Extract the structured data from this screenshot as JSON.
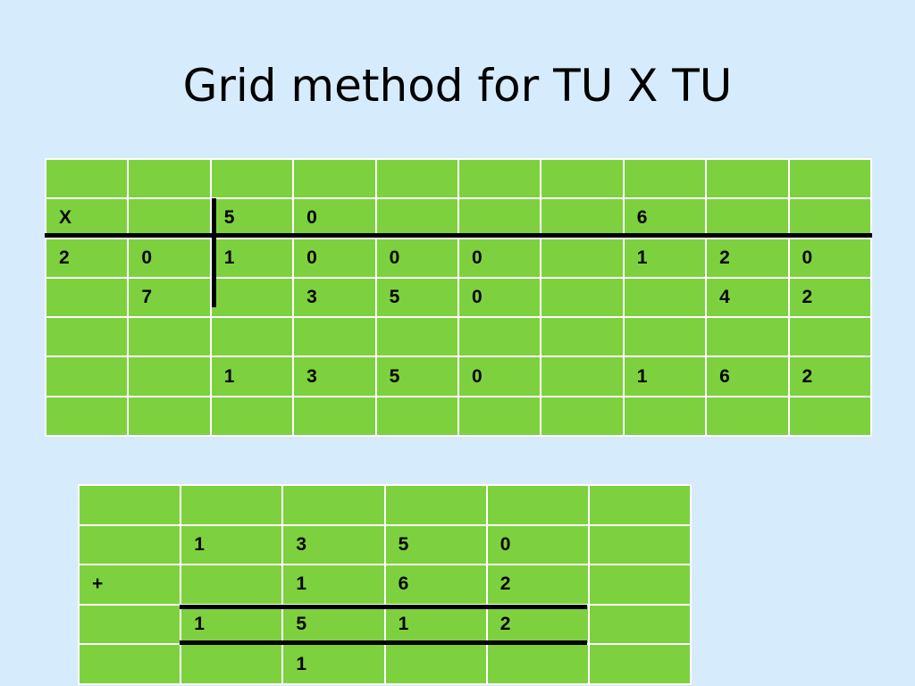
{
  "title": "Grid method for TU X TU",
  "grid1": {
    "rows": [
      [
        "",
        "",
        "",
        "",
        "",
        "",
        "",
        "",
        "",
        ""
      ],
      [
        "X",
        "",
        "5",
        "0",
        "",
        "",
        "",
        "6",
        "",
        ""
      ],
      [
        "2",
        "0",
        "1",
        "0",
        "0",
        "0",
        "",
        "1",
        "2",
        "0"
      ],
      [
        "",
        "7",
        "",
        "3",
        "5",
        "0",
        "",
        "",
        "4",
        "2"
      ],
      [
        "",
        "",
        "",
        "",
        "",
        "",
        "",
        "",
        "",
        ""
      ],
      [
        "",
        "",
        "1",
        "3",
        "5",
        "0",
        "",
        "1",
        "6",
        "2"
      ],
      [
        "",
        "",
        "",
        "",
        "",
        "",
        "",
        "",
        "",
        ""
      ]
    ]
  },
  "grid2": {
    "rows": [
      [
        "",
        "",
        "",
        "",
        "",
        ""
      ],
      [
        "",
        "1",
        "3",
        "5",
        "0",
        ""
      ],
      [
        "+",
        "",
        "1",
        "6",
        "2",
        ""
      ],
      [
        "",
        "1",
        "5",
        "1",
        "2",
        ""
      ],
      [
        "",
        "",
        "1",
        "",
        "",
        ""
      ]
    ]
  },
  "colors": {
    "background": "#d6ebfb",
    "cell_fill": "#7dd13f",
    "cell_border": "#ffffff",
    "rule_lines": "#000000"
  }
}
